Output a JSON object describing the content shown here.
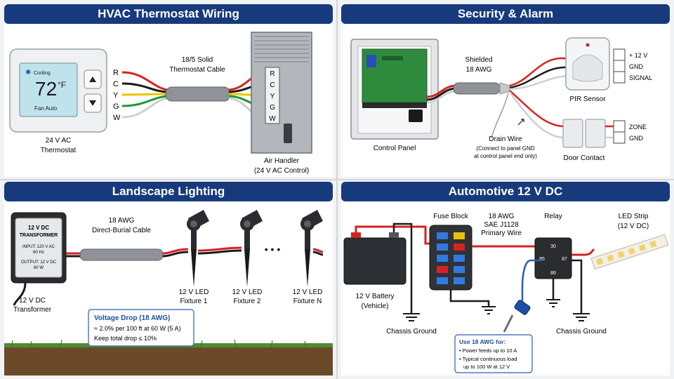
{
  "hvac": {
    "title": "HVAC Thermostat Wiring",
    "thermostat": {
      "mode": "Cooling",
      "temp": "72",
      "unit": "°F",
      "fan": "Fan Auto",
      "label1": "24 V AC",
      "label2": "Thermostat"
    },
    "cable_label1": "18/5 Solid",
    "cable_label2": "Thermostat Cable",
    "wires": [
      "R",
      "C",
      "Y",
      "G",
      "W"
    ],
    "terminals": [
      "R",
      "C",
      "Y",
      "G",
      "W"
    ],
    "air_handler1": "Air Handler",
    "air_handler2": "(24 V AC Control)",
    "colors": {
      "R": "#d62222",
      "C": "#1a1a1a",
      "Y": "#e8c600",
      "G": "#1f9a2b",
      "W": "#e8e8e8"
    }
  },
  "security": {
    "title": "Security & Alarm",
    "cable_label1": "Shielded",
    "cable_label2": "18 AWG",
    "control_panel": "Control Panel",
    "pir_sensor": "PIR Sensor",
    "pir_terminals": [
      "+ 12 V",
      "GND",
      "SIGNAL"
    ],
    "door_contact": "Door Contact",
    "door_terminals": [
      "ZONE",
      "GND"
    ],
    "drain_wire": "Drain Wire",
    "drain_note1": "(Connect to panel GND",
    "drain_note2": "at control panel end only)"
  },
  "landscape": {
    "title": "Landscape Lighting",
    "transformer_box1": "12 V DC",
    "transformer_box2": "TRANSFORMER",
    "transformer_input1": "INPUT: 120 V AC",
    "transformer_input2": "60 Hz",
    "transformer_output1": "OUTPUT: 12 V DC",
    "transformer_output2": "60 W",
    "transformer_label1": "12 V DC",
    "transformer_label2": "Transformer",
    "cable_label1": "18 AWG",
    "cable_label2": "Direct-Burial Cable",
    "ellipsis": "• • •",
    "fixtures": [
      {
        "line1": "12 V LED",
        "line2": "Fixture 1"
      },
      {
        "line1": "12 V LED",
        "line2": "Fixture 2"
      },
      {
        "line1": "12 V LED",
        "line2": "Fixture N"
      }
    ],
    "vdrop_title": "Voltage Drop (18 AWG)",
    "vdrop_line1": "≈ 2.0% per 100 ft at 60 W (5 A)",
    "vdrop_line2": "Keep total drop ≤ 10%"
  },
  "automotive": {
    "title": "Automotive 12 V DC",
    "fuse_block": "Fuse Block",
    "wire_label1": "18 AWG",
    "wire_label2": "SAE J1128",
    "wire_label3": "Primary Wire",
    "relay": "Relay",
    "relay_pins": [
      "30",
      "87",
      "85",
      "86"
    ],
    "led_strip1": "LED Strip",
    "led_strip2": "(12 V DC)",
    "battery1": "12 V Battery",
    "battery2": "(Vehicle)",
    "chassis_ground_left": "Chassis Ground",
    "chassis_ground_right": "Chassis Ground",
    "note_title": "Use 18 AWG for:",
    "note_line1": "• Power feeds up to 10 A",
    "note_line2": "• Typical continuous load",
    "note_line3": "up to 100 W at 12 V"
  }
}
